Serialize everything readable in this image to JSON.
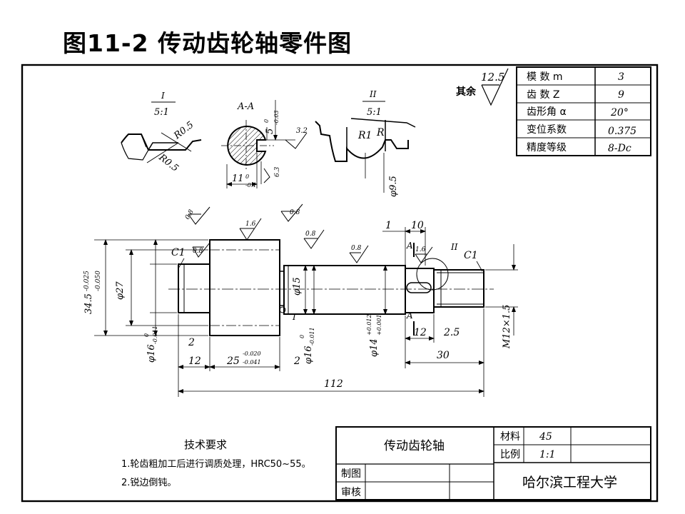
{
  "slide": {
    "title": "图11-2 传动齿轮轴零件图"
  },
  "params": [
    {
      "label": "模 数 m",
      "value": "3"
    },
    {
      "label": "齿 数 Z",
      "value": "9"
    },
    {
      "label": "齿形角 α",
      "value": "20°"
    },
    {
      "label": "变位系数",
      "value": "0.375"
    },
    {
      "label": "精度等级",
      "value": "8-Dc"
    }
  ],
  "roughness": {
    "general": "12.5",
    "general_note": "其余",
    "r08": "0.8",
    "r16": "1.6",
    "r32": "3.2",
    "r63": "6.3"
  },
  "details": {
    "d1_roman": "I",
    "d1_scale": "5:1",
    "d1_r1": "R0.5",
    "d1_r2": "R0.5",
    "sec_label": "A-A",
    "sec_width_main": "11",
    "sec_width_upper": "0",
    "sec_width_lower": "-0.1",
    "sec_depth_main": "5",
    "sec_depth_upper": "0",
    "sec_depth_lower": "-0.03",
    "d2_roman": "II",
    "d2_scale": "5:1",
    "d2_r1": "R1",
    "d2_r2": "R",
    "d2_dia": "φ9.5"
  },
  "dims": {
    "d34": "34.5",
    "d34_up": "-0.025",
    "d34_lo": "-0.050",
    "d27": "φ27",
    "d16a": "φ16",
    "d16a_up": "0",
    "d16a_lo": "-0.011",
    "d16b": "φ16",
    "d16b_up": "0",
    "d16b_lo": "-0.011",
    "d15": "φ15",
    "d14": "φ14",
    "d14_up": "+0.012",
    "d14_lo": "+0.001",
    "m12": "M12×1.5",
    "l112": "112",
    "l30": "30",
    "l12a": "12",
    "l12b": "12",
    "l25": "25",
    "l25_up": "-0.020",
    "l25_lo": "-0.041",
    "l2a": "2",
    "l2b": "2",
    "l25b": "2.5",
    "l10": "10",
    "l1": "1",
    "c1a": "C1",
    "c1b": "C1",
    "sec_a": "A",
    "roman1": "I",
    "roman2": "II"
  },
  "tech": {
    "heading": "技术要求",
    "line1": "1.轮齿粗加工后进行调质处理，HRC50~55。",
    "line2": "2.锐边倒钝。"
  },
  "title_block": {
    "part_name": "传动齿轮轴",
    "material_label": "材料",
    "material_value": "45",
    "scale_label": "比例",
    "scale_value": "1:1",
    "drawn_label": "制图",
    "checked_label": "审核",
    "company": "哈尔滨工程大学"
  }
}
